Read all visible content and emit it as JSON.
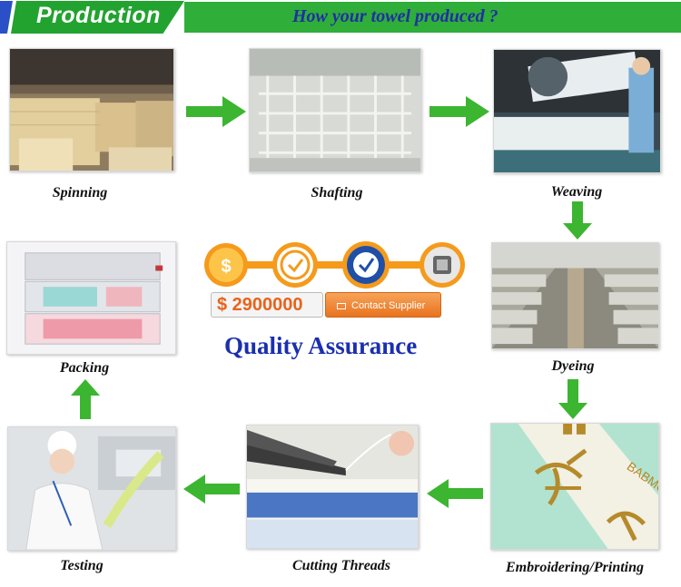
{
  "header": {
    "title": "Production",
    "subtitle": "How your towel produced ?"
  },
  "steps": {
    "spinning": "Spinning",
    "shafting": "Shafting",
    "weaving": "Weaving",
    "dyeing": "Dyeing",
    "embroidering": "Embroidering/Printing",
    "cutting": "Cutting Threads",
    "testing": "Testing",
    "packing": "Packing"
  },
  "quality": {
    "price": "$ 2900000",
    "contact_label": "Contact Supplier",
    "title": "Quality Assurance",
    "badges": [
      "dollar-badge-icon",
      "sgs-badge-icon",
      "certified-badge-icon",
      "bureau-veritas-badge-icon"
    ]
  },
  "colors": {
    "header_green": "#2fae3a",
    "header_text_blue": "#1f2fa3",
    "arrow_green": "#3cb531",
    "badge_orange": "#f59a1b",
    "qa_blue": "#1a2fb0"
  }
}
